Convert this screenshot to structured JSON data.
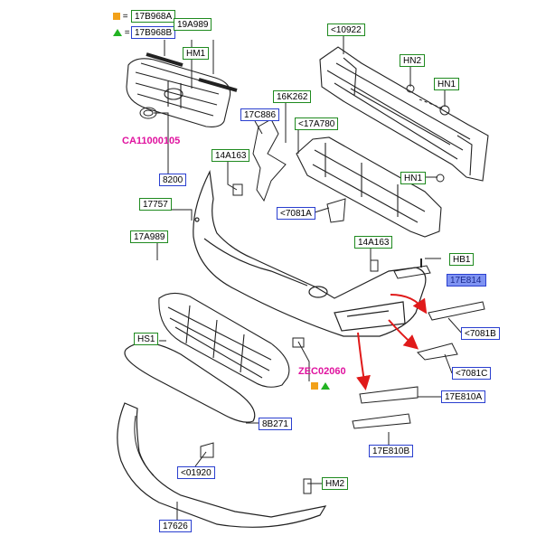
{
  "legend": [
    {
      "symbol": "orange-square",
      "eq": "=",
      "part": "17B968A"
    },
    {
      "symbol": "green-triangle",
      "eq": "=",
      "part": "17B968B"
    }
  ],
  "labels": {
    "p19A989": "19A989",
    "pHM1": "HM1",
    "pCA": "CA11000105",
    "p8200": "8200",
    "p10922": "<10922",
    "pHN2": "HN2",
    "pHN1a": "HN1",
    "p16K262": "16K262",
    "p17C886": "17C886",
    "p17A780": "<17A780",
    "pHN1b": "HN1",
    "p14A163a": "14A163",
    "p17757": "17757",
    "p17A989": "17A989",
    "p7081A": "<7081A",
    "p14A163b": "14A163",
    "pHB1": "HB1",
    "p17E814": "17E814",
    "p7081B": "<7081B",
    "pHS1": "HS1",
    "pZEC": "ZEC02060",
    "p7081C": "<7081C",
    "p17E810A": "17E810A",
    "p8B271": "8B271",
    "p17E810B": "17E810B",
    "p01920": "<01920",
    "pHM2": "HM2",
    "p17626": "17626"
  }
}
